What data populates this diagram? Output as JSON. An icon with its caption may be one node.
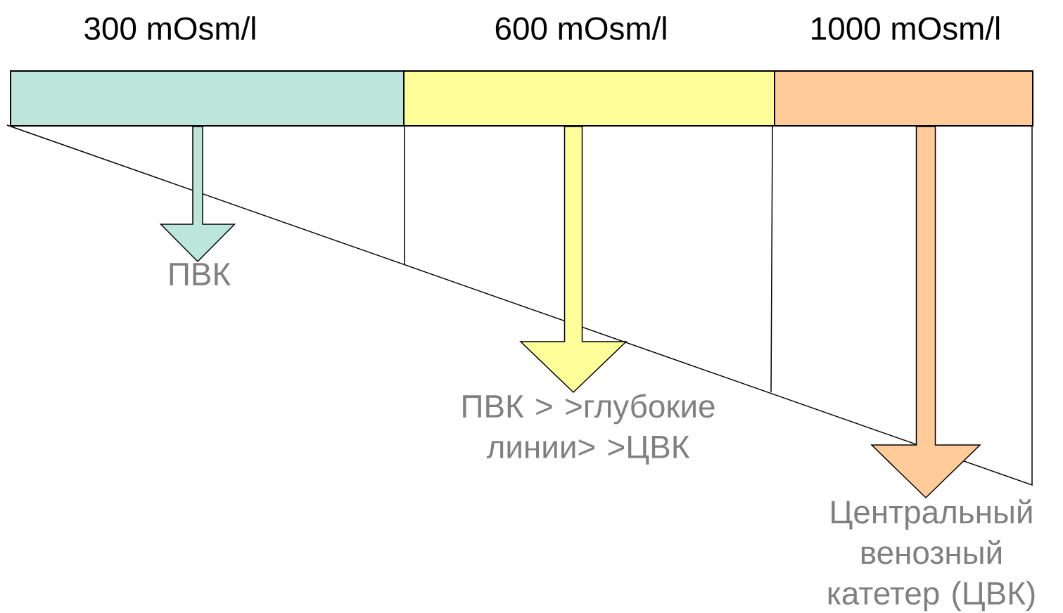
{
  "diagram": {
    "nodes": [
      {
        "text": [
          "300 mOsm/l"
        ]
      },
      {
        "text": [
          "600 mOsm/l"
        ]
      },
      {
        "text": [
          "1000 mOsm/l"
        ]
      },
      {
        "text": [
          "ПВК"
        ]
      },
      {
        "text": [
          "ПВК > >глубокие линии> >ЦВК"
        ]
      },
      {
        "text": [
          "Центральный венозный катетер (ЦВК)"
        ]
      }
    ],
    "edges": [
      {
        "from": 0,
        "to": 3,
        "arrow": "to",
        "color": "#bce6dc"
      },
      {
        "from": 1,
        "to": 4,
        "arrow": "to",
        "color": "#ffff99"
      },
      {
        "from": 2,
        "to": 5,
        "arrow": "to",
        "color": "#ffcc99"
      }
    ]
  }
}
